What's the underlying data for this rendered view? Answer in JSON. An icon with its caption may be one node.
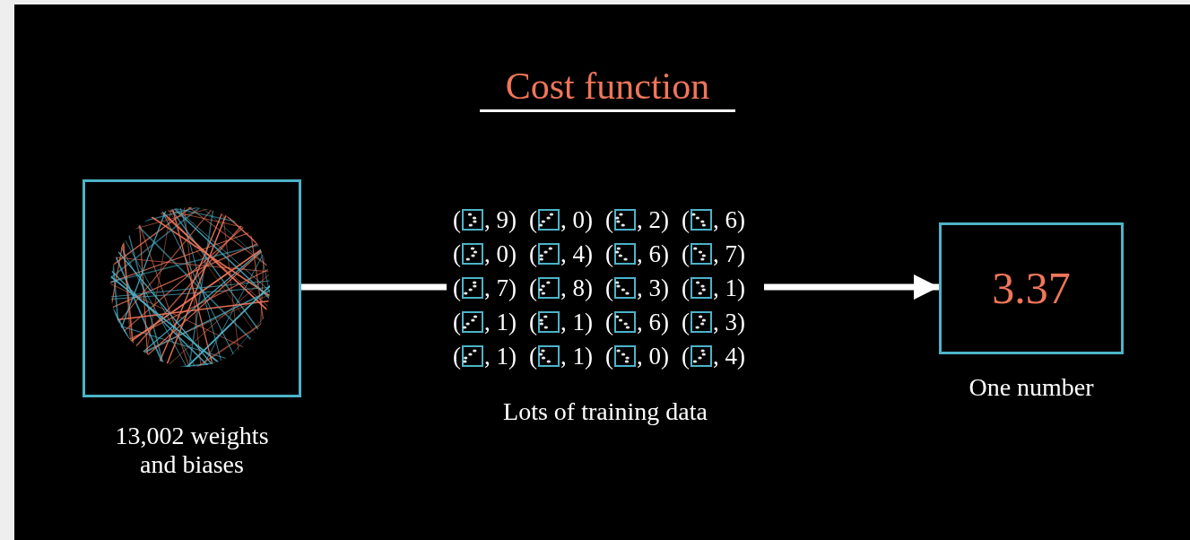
{
  "diagram": {
    "title": "Cost function",
    "nodes": [
      {
        "text": [
          "13,002 weights and biases"
        ]
      },
      {
        "text": [
          "Lots of training data"
        ]
      },
      {
        "text": [
          "3.37",
          "One number"
        ]
      }
    ],
    "edges": [
      {
        "from": 0,
        "to": 1,
        "arrow": "none"
      },
      {
        "from": 1,
        "to": 2,
        "arrow": "to"
      }
    ],
    "labels": [
      "(",
      ", 9)",
      "(",
      ", 0)",
      "(",
      ", 2)",
      "(",
      ", 6)",
      "(",
      ", 0)",
      "(",
      ", 4)",
      "(",
      ", 6)",
      "(",
      ", 7)",
      "(",
      ", 7)",
      "(",
      ", 8)",
      "(",
      ", 3)",
      "(",
      ", 1)",
      "(",
      ", 1)",
      "(",
      ", 1)",
      "(",
      ", 6)",
      "(",
      ", 3)",
      "(",
      ", 1)",
      "(",
      ", 1)",
      "(",
      ", 0)",
      "(",
      ", 4)"
    ]
  }
}
